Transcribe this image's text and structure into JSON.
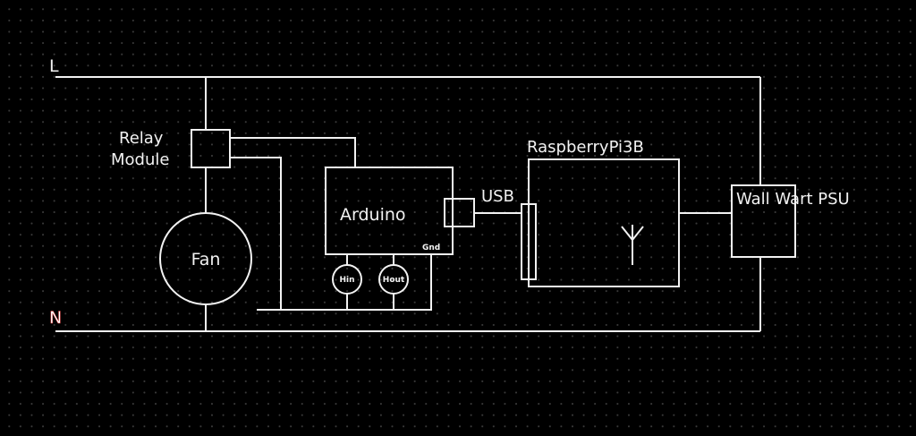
{
  "diagram": {
    "labels": {
      "line": "L",
      "neutral": "N",
      "relay_line1": "Relay",
      "relay_line2": "Module",
      "fan": "Fan",
      "arduino": "Arduino",
      "gnd": "Gnd",
      "hin": "Hin",
      "hout": "Hout",
      "usb": "USB",
      "raspberry": "RaspberryPi3B",
      "psu": "Wall Wart PSU"
    }
  },
  "colors": {
    "background": "#000000",
    "wire": "#f2f2f2",
    "grid_dot": "#3a3a3a",
    "neutral_label_accent": "#ff4040"
  }
}
